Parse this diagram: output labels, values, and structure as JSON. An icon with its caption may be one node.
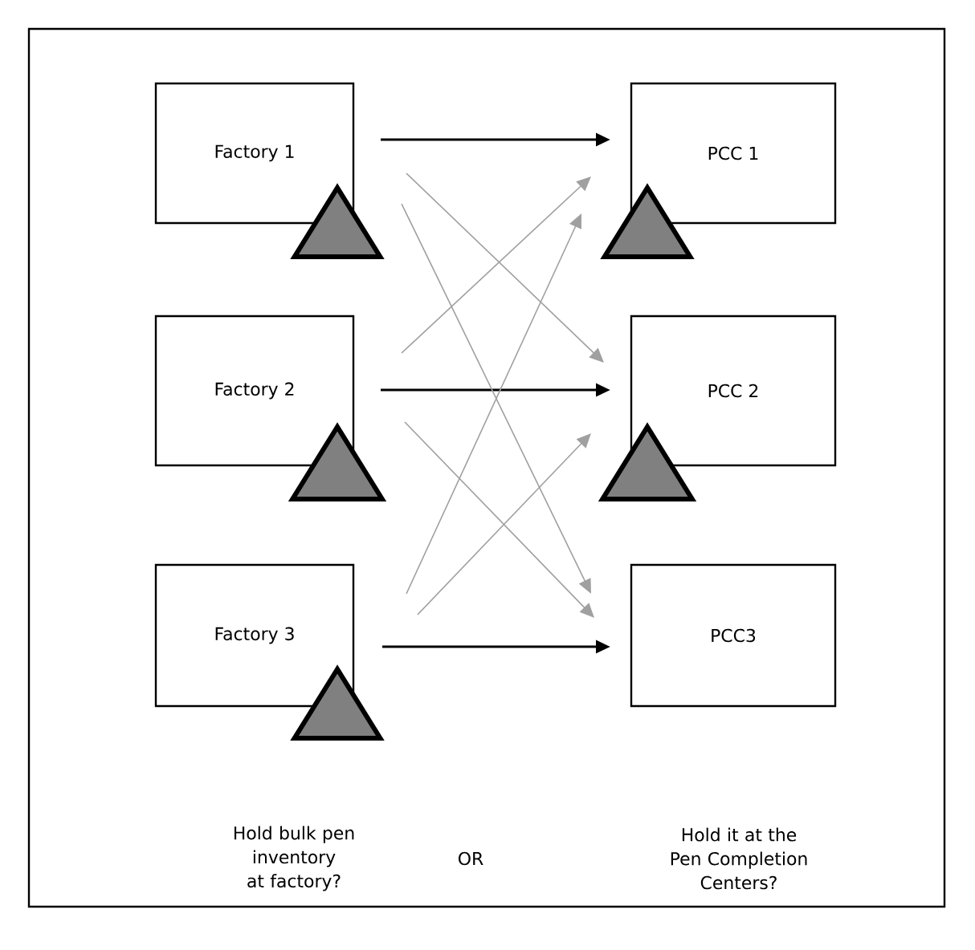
{
  "diagram": {
    "nodes": [
      {
        "text": [
          "Factory 1"
        ]
      },
      {
        "text": [
          "Factory 2"
        ]
      },
      {
        "text": [
          "Factory 3"
        ]
      },
      {
        "text": [
          "PCC 1"
        ]
      },
      {
        "text": [
          "PCC 2"
        ]
      },
      {
        "text": [
          "PCC3"
        ]
      }
    ],
    "edges": [
      {
        "from": 0,
        "to": 3,
        "arrow": "to",
        "color": "#000000"
      },
      {
        "from": 1,
        "to": 4,
        "arrow": "to",
        "color": "#000000"
      },
      {
        "from": 2,
        "to": 5,
        "arrow": "to",
        "color": "#000000"
      },
      {
        "from": 0,
        "to": 4,
        "arrow": "to"
      },
      {
        "from": 0,
        "to": 5,
        "arrow": "to"
      },
      {
        "from": 1,
        "to": 3,
        "arrow": "to"
      },
      {
        "from": 1,
        "to": 5,
        "arrow": "to"
      },
      {
        "from": 2,
        "to": 3,
        "arrow": "to"
      },
      {
        "from": 2,
        "to": 4,
        "arrow": "to"
      }
    ],
    "labels": [
      "Hold bulk pen inventory at factory?",
      "OR",
      "Hold it at the Pen Completion Centers?"
    ]
  }
}
